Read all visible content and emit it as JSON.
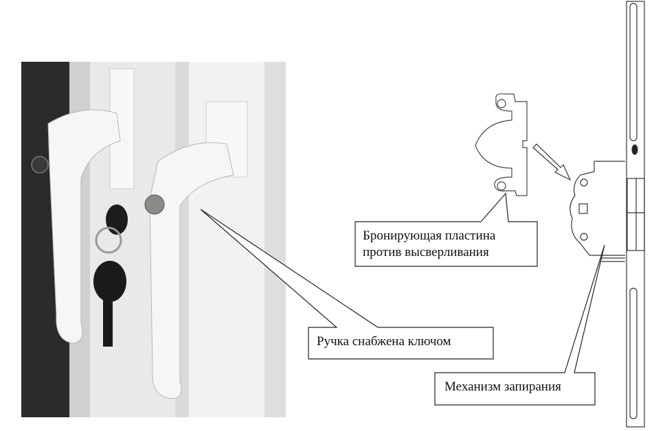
{
  "callouts": {
    "armor_plate": {
      "line1": "Бронирующая пластина",
      "line2": "против высверливания"
    },
    "handle": {
      "text": "Ручка снабжена ключом"
    },
    "mechanism": {
      "text": "Механизм запирания"
    }
  },
  "colors": {
    "photo_dark": "#2a2a2a",
    "handle_white": "#f4f4f4",
    "line": "#222222"
  }
}
